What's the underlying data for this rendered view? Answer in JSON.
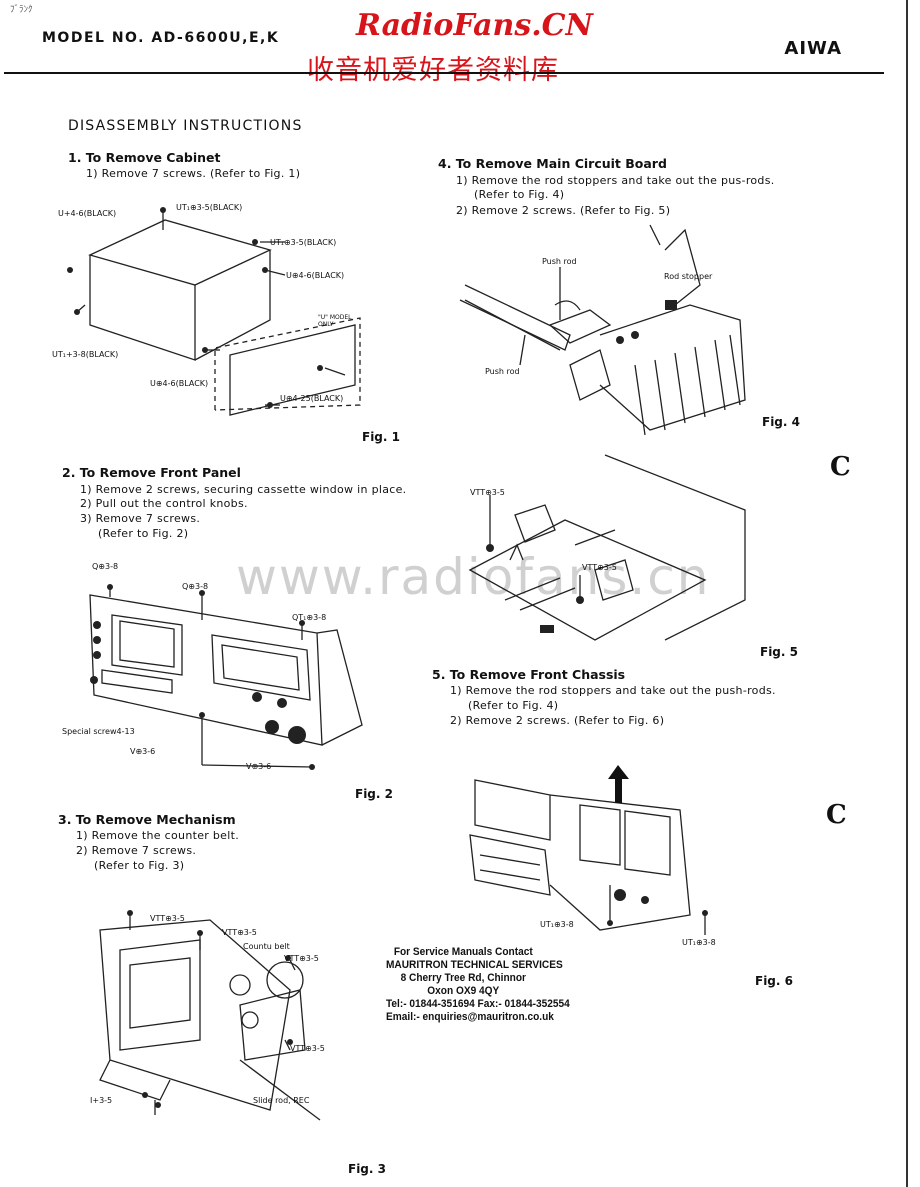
{
  "header": {
    "model": "MODEL NO. AD-6600U,E,K",
    "brand": "AIWA",
    "corner_mark": "ﾌﾞﾗﾝｸ"
  },
  "watermark": {
    "title": "RadioFans.CN",
    "chinese": "收音机爱好者资料库",
    "background": "www.radiofans.cn"
  },
  "title": "DISASSEMBLY INSTRUCTIONS",
  "sections": [
    {
      "heading": "1. To Remove Cabinet",
      "steps": [
        "1) Remove 7 screws. (Refer to Fig. 1)"
      ],
      "figure": "Fig. 1",
      "labels": [
        "U+4-6(BLACK)",
        "UT₁⊕3-5(BLACK)",
        "UT₁⊕3-5(BLACK)",
        "U⊕4-6(BLACK)",
        "\"U\" MODEL ONLY",
        "UT₁+3-8(BLACK)",
        "U⊕4-6(BLACK)",
        "U⊕4-25(BLACK)"
      ]
    },
    {
      "heading": "2. To Remove Front Panel",
      "steps": [
        "1) Remove 2 screws, securing cassette window in place.",
        "2) Pull out the control knobs.",
        "3) Remove 7 screws.",
        "(Refer to Fig. 2)"
      ],
      "figure": "Fig. 2",
      "labels": [
        "Q⊕3-8",
        "Q⊕3-8",
        "QT₁⊕3-8",
        "Special screw4-13",
        "V⊕3-6",
        "V⊕3-6"
      ]
    },
    {
      "heading": "3. To Remove Mechanism",
      "steps": [
        "1) Remove the counter belt.",
        "2) Remove 7 screws.",
        "(Refer to Fig. 3)"
      ],
      "figure": "Fig. 3",
      "labels": [
        "VTT⊕3-5",
        "VTT⊕3-5",
        "Countu belt",
        "VTT⊕3-5",
        "VTT⊕3-5",
        "I+3-5",
        "Slide rod, REC"
      ]
    },
    {
      "heading": "4. To Remove Main Circuit Board",
      "steps": [
        "1) Remove the rod stoppers and take out the pus-rods.",
        "(Refer to Fig. 4)",
        "2) Remove 2 screws. (Refer to Fig. 5)"
      ],
      "figure": "Fig. 4",
      "labels": [
        "Push rod",
        "Rod stopper",
        "Push rod"
      ]
    },
    {
      "figure": "Fig. 5",
      "labels": [
        "VTT⊕3-5",
        "VTT⊕3-5"
      ]
    },
    {
      "heading": "5. To Remove Front Chassis",
      "steps": [
        "1) Remove the rod stoppers and take out the push-rods.",
        "(Refer to Fig. 4)",
        "2) Remove 2 screws. (Refer to Fig. 6)"
      ],
      "figure": "Fig. 6",
      "labels": [
        "UT₁⊕3-8",
        "UT₁⊕3-8"
      ]
    }
  ],
  "contact": {
    "line1": "For Service Manuals Contact",
    "line2": "MAURITRON TECHNICAL SERVICES",
    "line3": "8 Cherry Tree Rd, Chinnor",
    "line4": "Oxon OX9 4QY",
    "line5": "Tel:- 01844-351694 Fax:- 01844-352554",
    "line6": "Email:- enquiries@mauritron.co.uk"
  },
  "margin_marks": [
    "C",
    "C"
  ]
}
